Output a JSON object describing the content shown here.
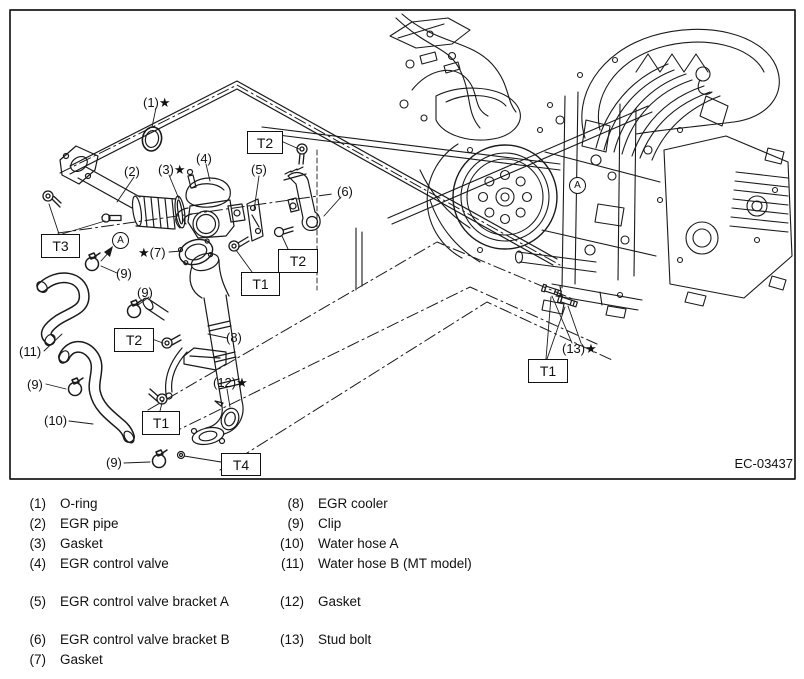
{
  "figure": {
    "code": "EC-03437",
    "ref_marker": "A"
  },
  "callouts": {
    "c1": "(1)★",
    "c2": "(2)",
    "c3": "(3)★",
    "c4": "(4)",
    "c5": "(5)",
    "c6": "(6)",
    "c7": "★(7)",
    "c8": "(8)",
    "c9": "(9)",
    "c10": "(10)",
    "c11": "(11)",
    "c12": "(12)★",
    "c13": "(13)★"
  },
  "torque_labels": {
    "t1": "T1",
    "t2": "T2",
    "t3": "T3",
    "t4": "T4"
  },
  "legend": {
    "rows": [
      {
        "left_num": "(1)",
        "left_label": "O-ring",
        "right_num": "(8)",
        "right_label": "EGR cooler"
      },
      {
        "left_num": "(2)",
        "left_label": "EGR pipe",
        "right_num": "(9)",
        "right_label": "Clip"
      },
      {
        "left_num": "(3)",
        "left_label": "Gasket",
        "right_num": "(10)",
        "right_label": "Water hose A"
      },
      {
        "left_num": "(4)",
        "left_label": "EGR control valve",
        "right_num": "(11)",
        "right_label": "Water hose B (MT model)"
      },
      {
        "left_num": "(5)",
        "left_label": "EGR control valve bracket A",
        "right_num": "(12)",
        "right_label": "Gasket"
      },
      {
        "left_num": "(6)",
        "left_label": "EGR control valve bracket B",
        "right_num": "(13)",
        "right_label": "Stud bolt"
      },
      {
        "left_num": "(7)",
        "left_label": "Gasket",
        "right_num": "",
        "right_label": ""
      }
    ]
  }
}
